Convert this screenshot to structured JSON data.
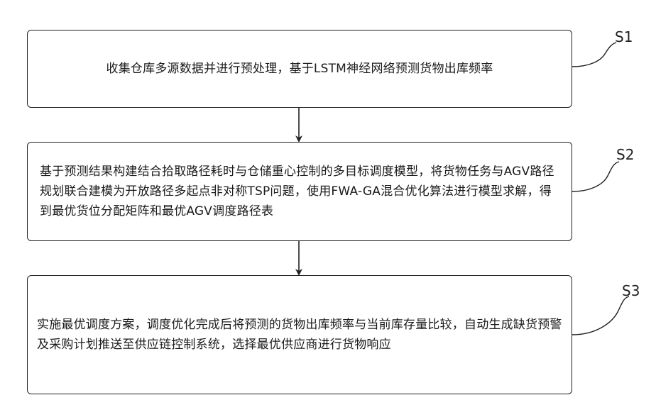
{
  "steps": [
    {
      "id": "S1",
      "text": "收集仓库多源数据并进行预处理，基于LSTM神经网络预测货物出库频率"
    },
    {
      "id": "S2",
      "text": "基于预测结果构建结合拾取路径耗时与仓储重心控制的多目标调度模型，将货物任务与AGV路径规划联合建模为开放路径多起点非对称TSP问题，使用FWA-GA混合优化算法进行模型求解，得到最优货位分配矩阵和最优AGV调度路径表"
    },
    {
      "id": "S3",
      "text": "实施最优调度方案，调度优化完成后将预测的货物出库频率与当前库存量比较，自动生成缺货预警及采购计划推送至供应链控制系统，选择最优供应商进行货物响应"
    }
  ]
}
